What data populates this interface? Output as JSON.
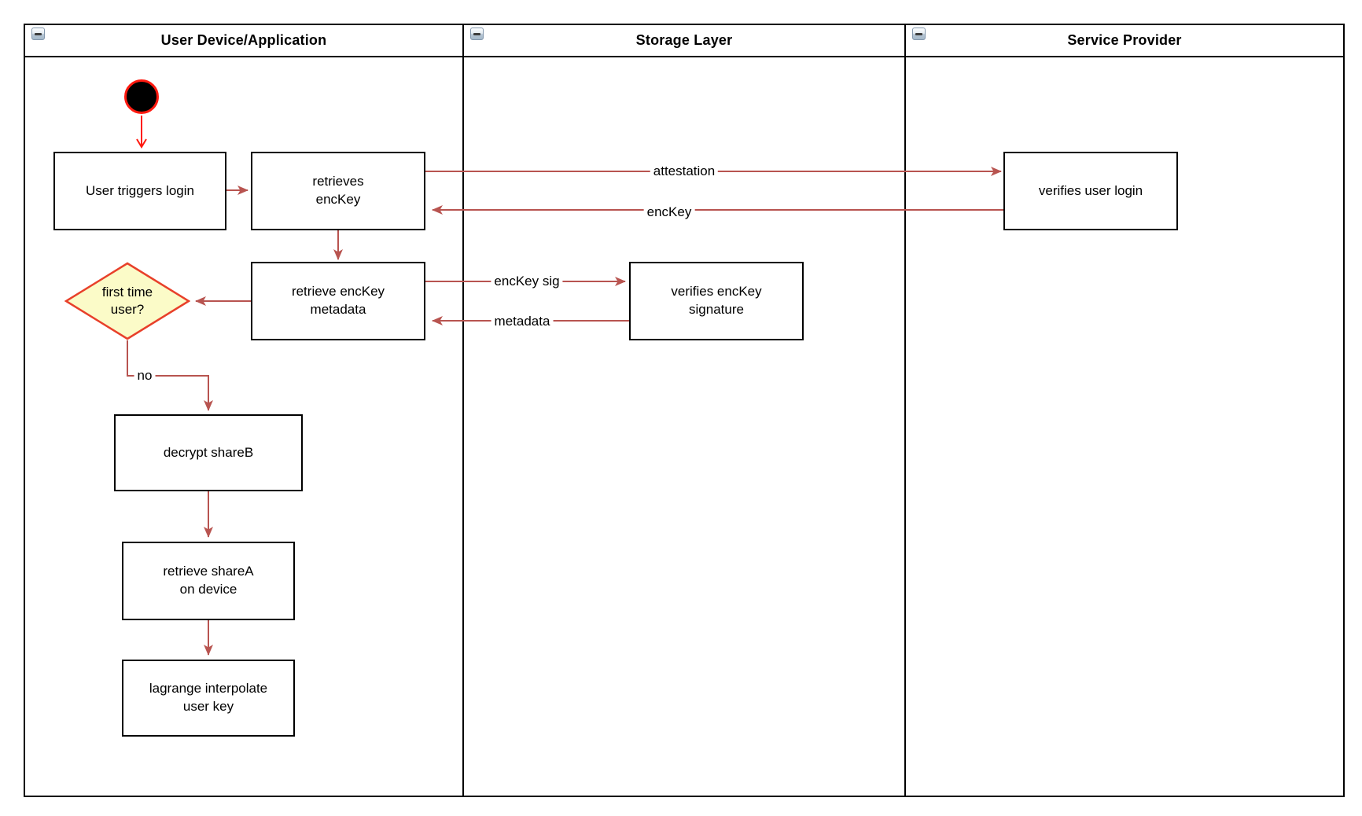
{
  "diagram_type": "activity-swimlane",
  "lanes": [
    {
      "title": "User Device/Application",
      "collapse_icon": "minus-icon"
    },
    {
      "title": "Storage Layer",
      "collapse_icon": "minus-icon"
    },
    {
      "title": "Service Provider",
      "collapse_icon": "minus-icon"
    }
  ],
  "nodes": {
    "start": {
      "kind": "initial-state-circle"
    },
    "user_triggers_login": {
      "label": "User triggers login"
    },
    "retrieves_enckey": {
      "lines": [
        "retrieves",
        "encKey"
      ]
    },
    "verifies_user_login": {
      "label": "verifies user login"
    },
    "retrieve_enckey_metadata": {
      "lines": [
        "retrieve encKey",
        "metadata"
      ]
    },
    "verifies_enckey_signature": {
      "lines": [
        "verifies encKey",
        "signature"
      ]
    },
    "first_time_user_decision": {
      "lines": [
        "first time",
        "user?"
      ]
    },
    "decrypt_shareb": {
      "label": "decrypt shareB"
    },
    "retrieve_sharea_on_device": {
      "lines": [
        "retrieve shareA",
        "on device"
      ]
    },
    "lagrange_interpolate_user_key": {
      "lines": [
        "lagrange interpolate",
        "user key"
      ]
    }
  },
  "edges": {
    "attestation": {
      "label": "attestation"
    },
    "enckey_return": {
      "label": "encKey"
    },
    "enckey_sig": {
      "label": "encKey sig"
    },
    "metadata_return": {
      "label": "metadata"
    },
    "no_branch": {
      "label": "no"
    }
  },
  "colors": {
    "flow_arrow": "#B85450",
    "start_accent": "#FF1A10",
    "decision_fill": "#FBFBC8",
    "decision_stroke": "#E8402A",
    "shape_border": "#000000",
    "shape_fill": "#FFFFFF"
  }
}
